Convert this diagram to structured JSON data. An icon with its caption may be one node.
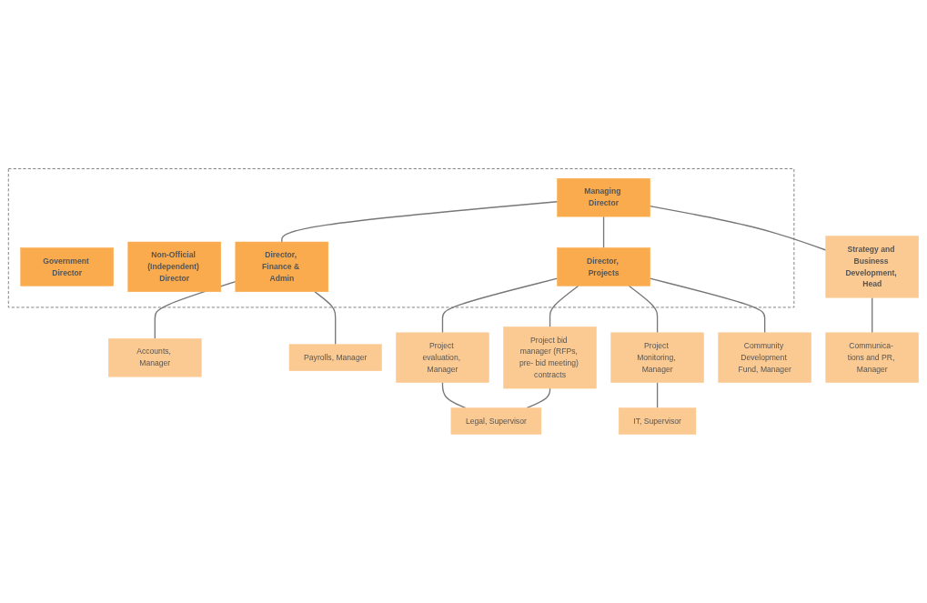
{
  "diagram": {
    "nodes": [
      {
        "text": [],
        "shape": "box"
      },
      {
        "text": [
          "Government Director"
        ],
        "in": 0
      },
      {
        "text": [
          "Managing Director"
        ],
        "in": 0
      },
      {
        "text": [
          "Non-Official (Independent) Director"
        ],
        "in": 0
      },
      {
        "text": [
          "Director, Finance & Admin"
        ],
        "in": 0
      },
      {
        "text": [
          "Director, Projects"
        ],
        "in": 0
      },
      {
        "text": [
          "Strategy and Business Development, Head"
        ]
      },
      {
        "text": [
          "Accounts, Manager"
        ]
      },
      {
        "text": [
          "Payrolls, Manager"
        ]
      },
      {
        "text": [
          "Communica- tions and PR, Manager"
        ]
      },
      {
        "text": [
          "Project evaluation, Manager"
        ]
      },
      {
        "text": [
          "Project bid manager (RFPs, pre- bid meeting) contracts"
        ]
      },
      {
        "text": [
          "Project Monitoring, Manager"
        ]
      },
      {
        "text": [
          "Community Development Fund, Manager"
        ]
      },
      {
        "text": [
          "Legal, Supervisor"
        ]
      },
      {
        "text": [
          "IT, Supervisor"
        ]
      }
    ],
    "edges": [
      {
        "from": 2,
        "to": 4,
        "arrow": "none"
      },
      {
        "from": 2,
        "to": 5,
        "arrow": "none"
      },
      {
        "from": 2,
        "to": 6,
        "arrow": "none"
      },
      {
        "from": 4,
        "to": 7,
        "arrow": "none"
      },
      {
        "from": 4,
        "to": 8,
        "arrow": "none"
      },
      {
        "from": 6,
        "to": 9,
        "arrow": "none"
      },
      {
        "from": 5,
        "to": 10,
        "arrow": "none"
      },
      {
        "from": 5,
        "to": 11,
        "arrow": "none"
      },
      {
        "from": 5,
        "to": 12,
        "arrow": "none"
      },
      {
        "from": 5,
        "to": 13,
        "arrow": "none"
      },
      {
        "from": 10,
        "to": 14,
        "arrow": "none"
      },
      {
        "from": 11,
        "to": 14,
        "arrow": "none"
      },
      {
        "from": 12,
        "to": 15,
        "arrow": "none"
      }
    ]
  }
}
